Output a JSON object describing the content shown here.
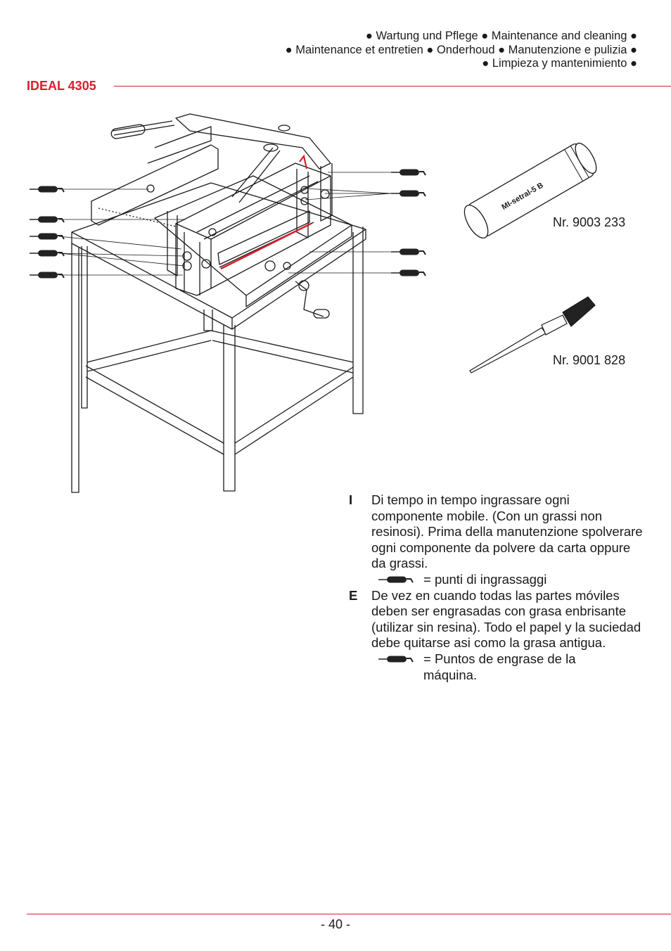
{
  "header": {
    "line1": "● Wartung und Pflege ● Maintenance and cleaning ●",
    "line2": "● Maintenance et entretien ● Onderhoud ● Manutenzione e pulizia ●",
    "line3": "● Limpieza y mantenimiento ●",
    "model": "IDEAL 4305"
  },
  "products": [
    {
      "label": "MI-setral-5 B",
      "number": "Nr. 9003 233",
      "icon": "grease-tube-icon"
    },
    {
      "label": "",
      "number": "Nr. 9001 828",
      "icon": "brush-icon"
    }
  ],
  "instructions": [
    {
      "letter": "I",
      "text": "Di tempo in tempo ingrassare ogni componente mobile. (Con un grassi non resinosi). Prima della manutenzione spolverare ogni componente da polvere da carta oppure da grassi.",
      "legend": "= punti di ingrassaggi"
    },
    {
      "letter": "E",
      "text": "De vez en cuando todas las partes móviles deben ser engrasadas con grasa enbrisante (utilizar sin resina). Todo el papel y la suciedad debe quitarse asi como la grasa antigua.",
      "legend": "= Puntos de engrase de la máquina."
    }
  ],
  "footer": {
    "page": "- 40 -"
  },
  "colors": {
    "accent": "#d81e2b",
    "text": "#1a1a1a",
    "grease": "#222222"
  }
}
